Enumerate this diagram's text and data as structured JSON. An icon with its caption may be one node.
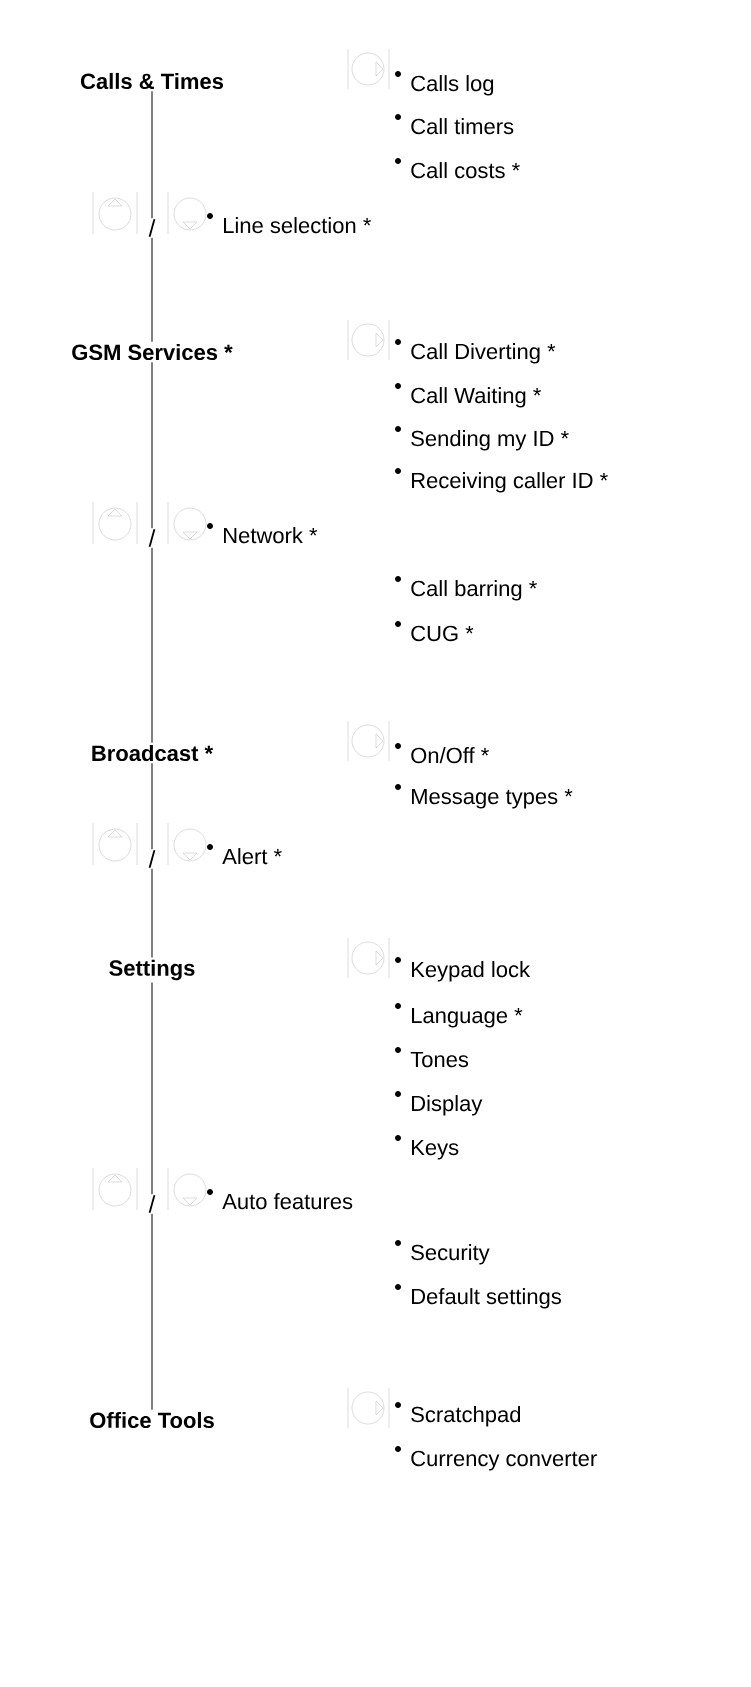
{
  "diagram": {
    "nodes": [
      {
        "text": [
          "Calls & Times"
        ]
      },
      {
        "text": [
          "GSM Services *"
        ]
      },
      {
        "text": [
          "Broadcast *"
        ]
      },
      {
        "text": [
          "Settings"
        ]
      },
      {
        "text": [
          "Office Tools"
        ]
      }
    ],
    "edges": [
      {
        "from": 0,
        "to": 1,
        "arrow": "none",
        "label": "/"
      },
      {
        "from": 1,
        "to": 2,
        "arrow": "none",
        "label": "/"
      },
      {
        "from": 2,
        "to": 3,
        "arrow": "none",
        "label": "/"
      },
      {
        "from": 3,
        "to": 4,
        "arrow": "none",
        "label": "/"
      }
    ],
    "labels": [
      "Calls log",
      "Call timers",
      "Call costs *",
      "Line selection *",
      "Call Diverting *",
      "Call Waiting *",
      "Sending my ID *",
      "Receiving caller ID *",
      "Network *",
      "Call barring *",
      "CUG *",
      "On/Off *",
      "Message types *",
      "Alert *",
      "Keypad lock",
      "Language *",
      "Tones",
      "Display",
      "Keys",
      "Auto features",
      "Security",
      "Default settings",
      "Scratchpad",
      "Currency converter"
    ]
  }
}
